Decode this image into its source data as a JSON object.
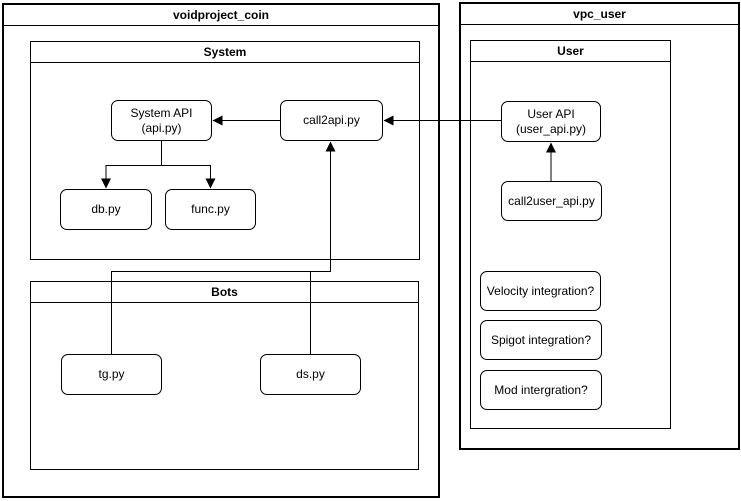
{
  "diagram": {
    "colors": {
      "stroke": "#000000",
      "fill": "#ffffff"
    },
    "containers": {
      "voidproject_coin": {
        "title": "voidproject_coin"
      },
      "system": {
        "title": "System"
      },
      "bots": {
        "title": "Bots"
      },
      "vpc_user": {
        "title": "vpc_user"
      },
      "user": {
        "title": "User"
      }
    },
    "nodes": {
      "system_api": {
        "label": "System API",
        "sublabel": "(api.py)"
      },
      "call2api": {
        "label": "call2api.py"
      },
      "db": {
        "label": "db.py"
      },
      "func": {
        "label": "func.py"
      },
      "tg": {
        "label": "tg.py"
      },
      "ds": {
        "label": "ds.py"
      },
      "user_api": {
        "label": "User API",
        "sublabel": "(user_api.py)"
      },
      "call2user_api": {
        "label": "call2user_api.py"
      },
      "velocity": {
        "label": "Velocity integration?"
      },
      "spigot": {
        "label": "Spigot integration?"
      },
      "mod": {
        "label": "Mod intergration?"
      }
    },
    "edges": [
      {
        "from": "call2api.py",
        "to": "System API (api.py)",
        "arrow": "end"
      },
      {
        "from": "User API (user_api.py)",
        "to": "call2api.py",
        "arrow": "end"
      },
      {
        "from": "System API (api.py)",
        "to": "db.py",
        "arrow": "end"
      },
      {
        "from": "System API (api.py)",
        "to": "func.py",
        "arrow": "end"
      },
      {
        "from": "tg.py",
        "to": "call2api.py",
        "arrow": "end"
      },
      {
        "from": "ds.py",
        "to": "call2api.py",
        "arrow": "end"
      },
      {
        "from": "call2user_api.py",
        "to": "User API (user_api.py)",
        "arrow": "end"
      }
    ]
  }
}
